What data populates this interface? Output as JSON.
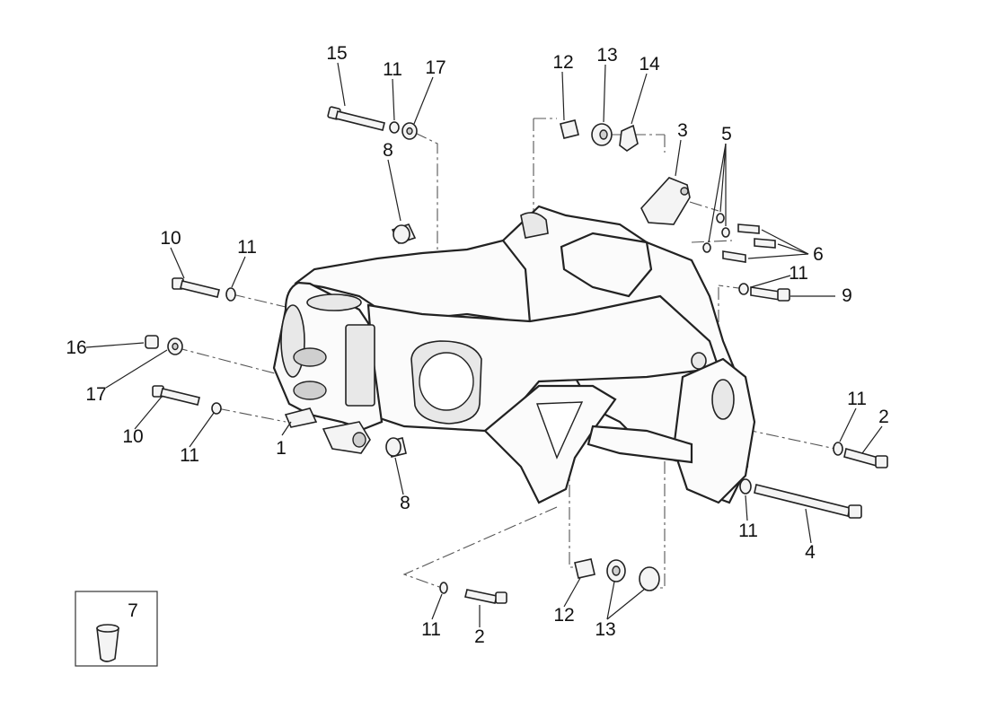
{
  "callouts": [
    {
      "id": "c15",
      "text": "15"
    },
    {
      "id": "c11a",
      "text": "11"
    },
    {
      "id": "c17a",
      "text": "17"
    },
    {
      "id": "c12a",
      "text": "12"
    },
    {
      "id": "c13a",
      "text": "13"
    },
    {
      "id": "c14",
      "text": "14"
    },
    {
      "id": "c3",
      "text": "3"
    },
    {
      "id": "c5",
      "text": "5"
    },
    {
      "id": "c8a",
      "text": "8"
    },
    {
      "id": "c10a",
      "text": "10"
    },
    {
      "id": "c11b",
      "text": "11"
    },
    {
      "id": "c6",
      "text": "6"
    },
    {
      "id": "c11c",
      "text": "11"
    },
    {
      "id": "c9",
      "text": "9"
    },
    {
      "id": "c16",
      "text": "16"
    },
    {
      "id": "c17b",
      "text": "17"
    },
    {
      "id": "c10b",
      "text": "10"
    },
    {
      "id": "c11d",
      "text": "11"
    },
    {
      "id": "c1",
      "text": "1"
    },
    {
      "id": "c8b",
      "text": "8"
    },
    {
      "id": "c11e",
      "text": "11"
    },
    {
      "id": "c2a",
      "text": "2"
    },
    {
      "id": "c11f",
      "text": "11"
    },
    {
      "id": "c4",
      "text": "4"
    },
    {
      "id": "c12b",
      "text": "12"
    },
    {
      "id": "c13b",
      "text": "13"
    },
    {
      "id": "c11g",
      "text": "11"
    },
    {
      "id": "c2b",
      "text": "2"
    },
    {
      "id": "c7",
      "text": "7"
    }
  ]
}
